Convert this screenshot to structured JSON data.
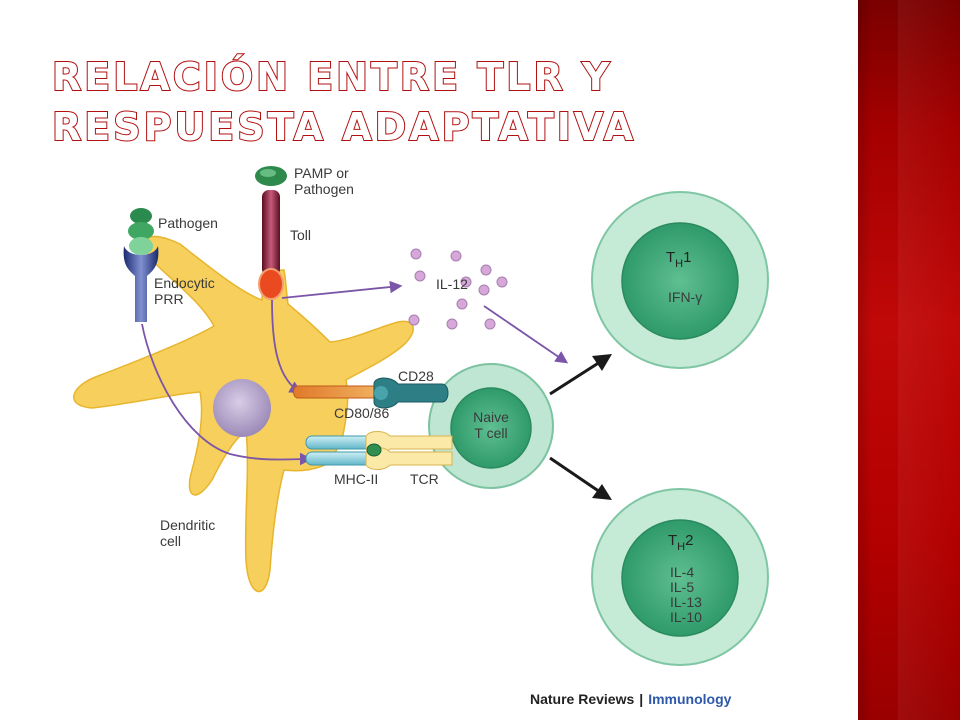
{
  "slide": {
    "title": "Relación entre TLR y respuesta adaptativa",
    "colors": {
      "accent_red": "#b30000",
      "title_outline": "#b11010"
    }
  },
  "diagram": {
    "labels": {
      "pamp": [
        "PAMP or",
        "Pathogen"
      ],
      "toll": "Toll",
      "pathogen": "Pathogen",
      "endocytic_prr": [
        "Endocytic",
        "PRR"
      ],
      "il12": "IL-12",
      "cd28": "CD28",
      "cd80_86": "CD80/86",
      "mhc_ii": "MHC-II",
      "tcr": "TCR",
      "dendritic_cell": [
        "Dendritic",
        "cell"
      ],
      "naive_t_cell": [
        "Naive",
        "T cell"
      ],
      "th1": {
        "t": "T",
        "sub": "H",
        "num": "1",
        "cytokines": [
          "IFN-γ"
        ]
      },
      "th2": {
        "t": "T",
        "sub": "H",
        "num": "2",
        "cytokines": [
          "IL-4",
          "IL-5",
          "IL-13",
          "IL-10"
        ]
      }
    },
    "credit": {
      "publisher": "Nature Reviews",
      "separator": "|",
      "journal": "Immunology"
    }
  }
}
